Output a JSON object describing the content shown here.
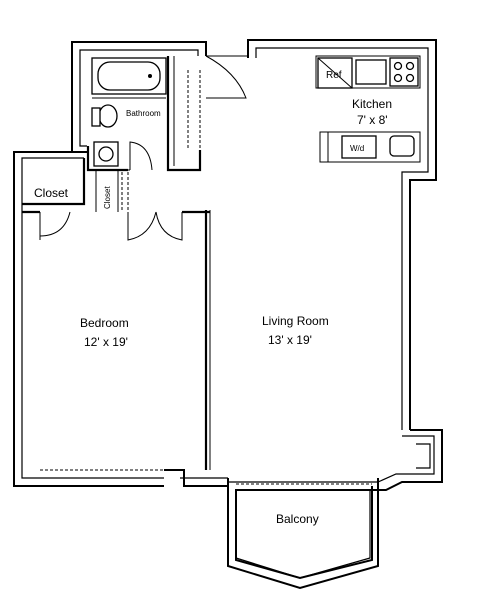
{
  "rooms": {
    "kitchen": {
      "name": "Kitchen",
      "size": "7' x 8'"
    },
    "bathroom": {
      "name": "Bathroom"
    },
    "closet_main": {
      "name": "Closet"
    },
    "closet_small": {
      "name": "Closet"
    },
    "bedroom": {
      "name": "Bedroom",
      "size": "12' x 19'"
    },
    "living_room": {
      "name": "Living Room",
      "size": "13' x 19'"
    },
    "balcony": {
      "name": "Balcony"
    }
  },
  "appliances": {
    "refrigerator": "Ref",
    "washer_dryer": "W/d"
  },
  "colors": {
    "line": "#000000",
    "background": "#ffffff"
  }
}
